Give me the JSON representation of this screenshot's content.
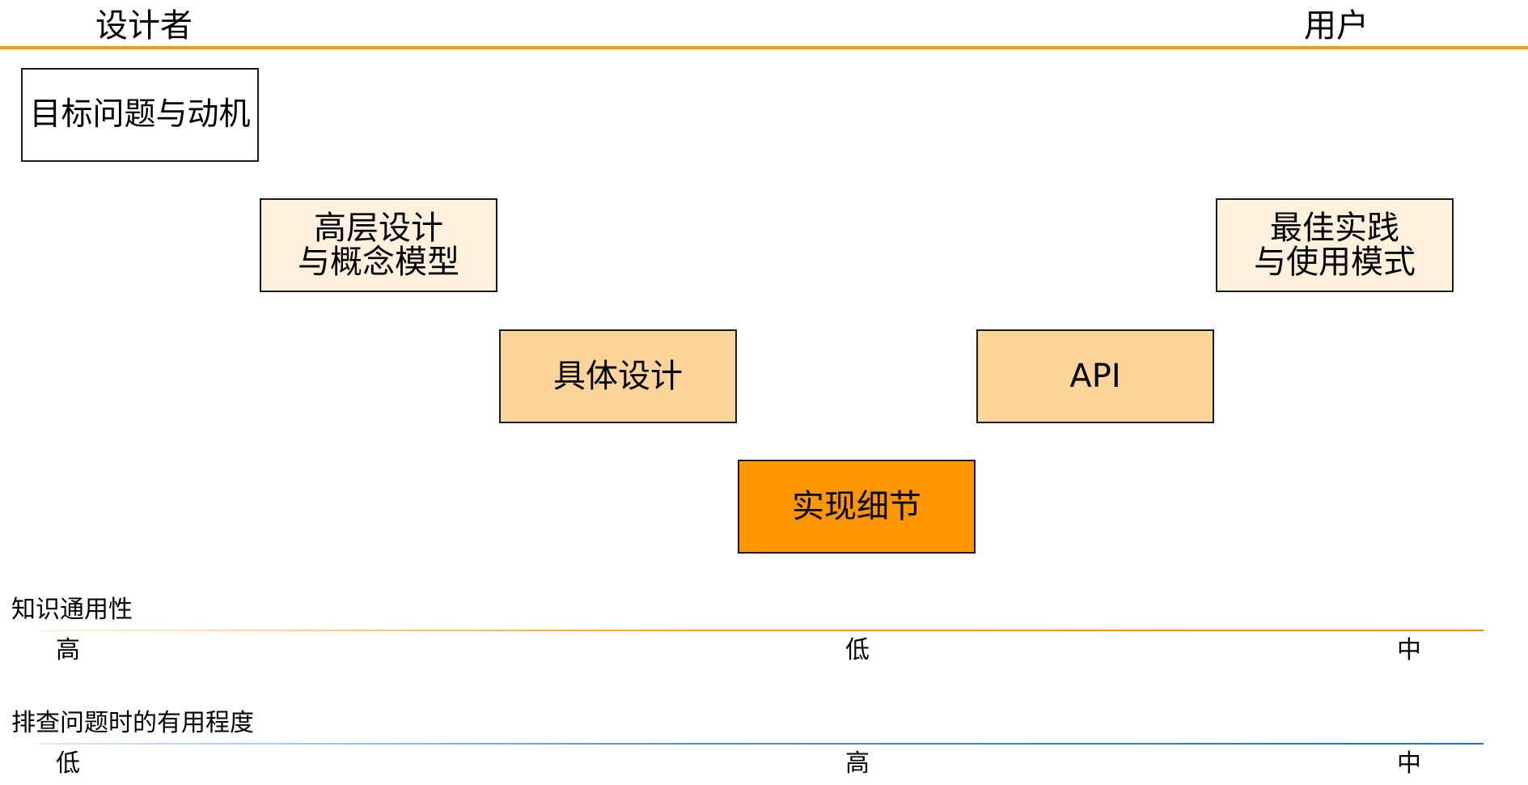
{
  "header": {
    "designer": "设计者",
    "user": "用户"
  },
  "boxes": {
    "goal": {
      "line1": "目标问题与动机"
    },
    "high_level": {
      "line1": "高层设计",
      "line2": "与概念模型"
    },
    "best_practice": {
      "line1": "最佳实践",
      "line2": "与使用模式"
    },
    "concrete_design": {
      "line1": "具体设计"
    },
    "api": {
      "line1": "API"
    },
    "implementation": {
      "line1": "实现细节"
    }
  },
  "scales": {
    "generality": {
      "title": "知识通用性",
      "left": "高",
      "middle": "低",
      "right": "中"
    },
    "troubleshooting": {
      "title": "排查问题时的有用程度",
      "left": "低",
      "middle": "高",
      "right": "中"
    }
  },
  "colors": {
    "accent_orange": "#f39800",
    "level1_fill": "#fff1dc",
    "level2_fill": "#fdd59a",
    "level3_fill": "#fd9600",
    "scale2_line": "#1f6fd1"
  }
}
